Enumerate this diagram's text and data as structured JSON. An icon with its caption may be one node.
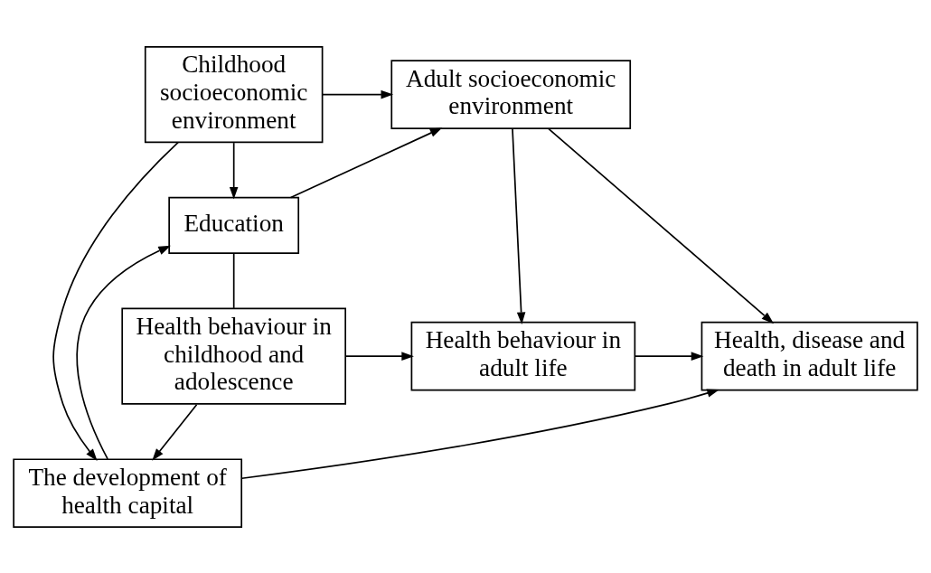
{
  "diagram": {
    "nodes": [
      {
        "text": [
          "Childhood socioeconomic environment"
        ]
      },
      {
        "text": [
          "Adult socioeconomic environment"
        ]
      },
      {
        "text": [
          "Education"
        ]
      },
      {
        "text": [
          "Health, disease and death in adult life"
        ]
      },
      {
        "text": [
          "Health behaviour in childhood and adolescence"
        ]
      },
      {
        "text": [
          "Health behaviour in adult life"
        ]
      },
      {
        "text": [
          "The development of health capital"
        ]
      }
    ],
    "edges": [
      {
        "from": 0,
        "to": 1,
        "arrow": "to"
      },
      {
        "from": 0,
        "to": 2,
        "arrow": "to"
      },
      {
        "from": 0,
        "to": 6,
        "arrow": "to"
      },
      {
        "from": 2,
        "to": 1,
        "arrow": "to"
      },
      {
        "from": 1,
        "to": 3,
        "arrow": "to"
      },
      {
        "from": 1,
        "to": 5,
        "arrow": "to"
      },
      {
        "from": 5,
        "to": 3,
        "arrow": "to"
      },
      {
        "from": 2,
        "to": 4,
        "arrow": "none"
      },
      {
        "from": 4,
        "to": 5,
        "arrow": "to"
      },
      {
        "from": 4,
        "to": 6,
        "arrow": "to"
      },
      {
        "from": 6,
        "to": 2,
        "arrow": "to"
      },
      {
        "from": 6,
        "to": 3,
        "arrow": "to"
      }
    ]
  }
}
